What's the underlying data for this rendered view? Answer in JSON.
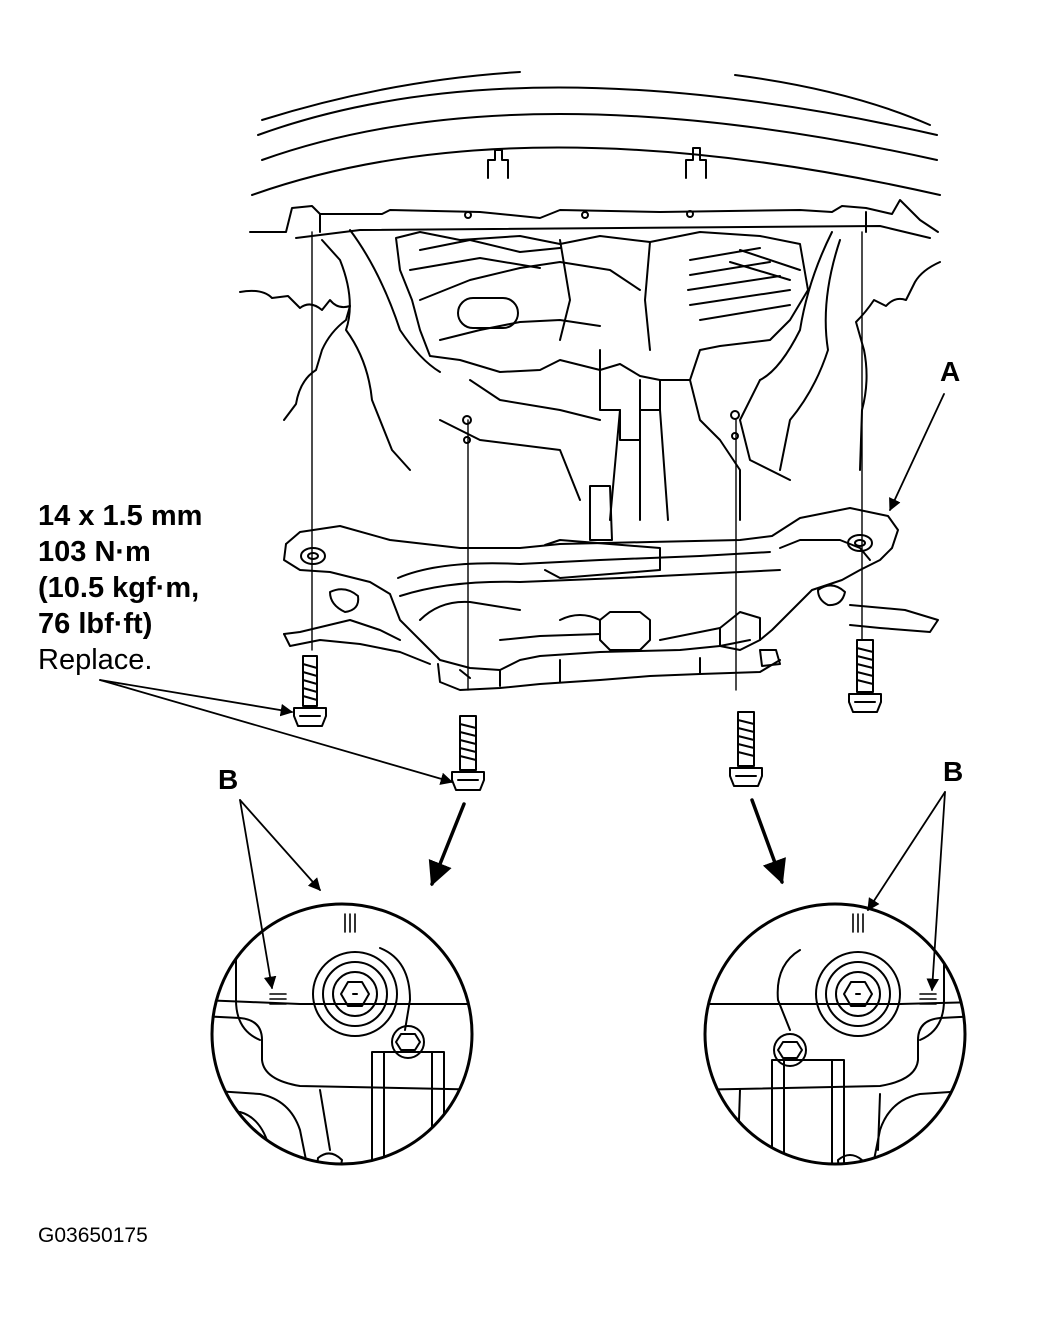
{
  "callouts": {
    "frame": "A",
    "marks_left": "B",
    "marks_right": "B"
  },
  "bolt_spec": {
    "size": "14 x 1.5 mm",
    "torque_nm": "103 N·m",
    "torque_kgfm": "(10.5 kgf·m,",
    "torque_lbfft": "76 lbf·ft)",
    "note": "Replace."
  },
  "figure_id": "G03650175",
  "colors": {
    "line": "#000000",
    "background": "#ffffff"
  }
}
